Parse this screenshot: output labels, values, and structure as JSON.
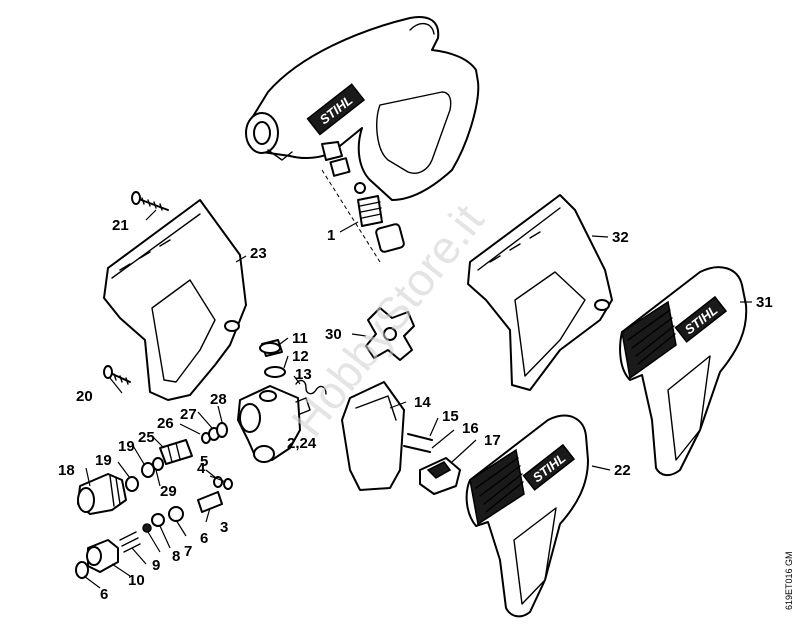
{
  "brand_label": "STIHL",
  "watermark": "HobbyStore.it",
  "document_code": "619ET016 GM",
  "callouts": {
    "c1": "1",
    "c3": "3",
    "c4": "4",
    "c5": "5",
    "c6a": "6",
    "c6b": "6",
    "c7": "7",
    "c8": "8",
    "c9": "9",
    "c10": "10",
    "c11": "11",
    "c12": "12",
    "c13": "13",
    "c14": "14",
    "c15": "15",
    "c16": "16",
    "c17": "17",
    "c18": "18",
    "c19a": "19",
    "c19b": "19",
    "c20": "20",
    "c21": "21",
    "c22": "22",
    "c23": "23",
    "c2_24": "2,24",
    "c25": "25",
    "c26": "26",
    "c27": "27",
    "c28": "28",
    "c29": "29",
    "c30": "30",
    "c31": "31",
    "c32": "32"
  }
}
